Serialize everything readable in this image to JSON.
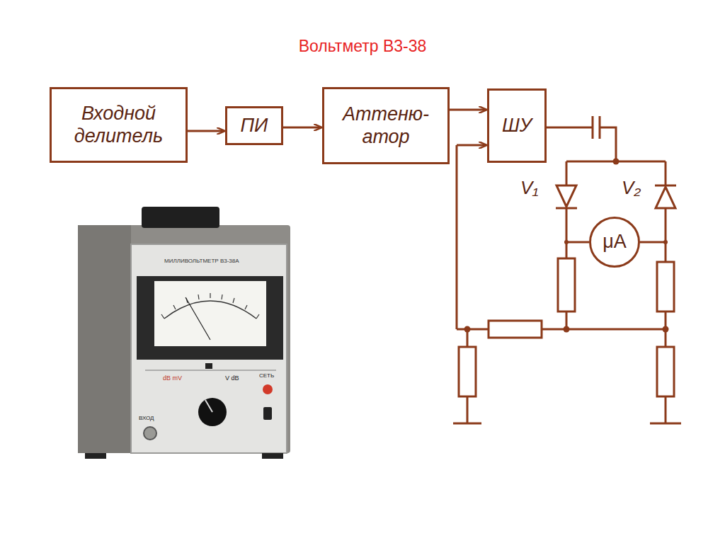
{
  "diagram": {
    "title": "Вольтметр В3-38",
    "nodes": [
      {
        "text": [
          "Входной делитель"
        ]
      },
      {
        "text": [
          "ПИ"
        ]
      },
      {
        "text": [
          "Аттеню- атор"
        ]
      },
      {
        "text": [
          "ШУ"
        ]
      },
      {
        "text": [
          "μA"
        ]
      }
    ],
    "edges": [
      {
        "from": 0,
        "to": 1,
        "arrow": "to"
      },
      {
        "from": 1,
        "to": 2,
        "arrow": "to"
      },
      {
        "from": 2,
        "to": 3,
        "arrow": "to"
      }
    ],
    "labels": [
      "V₁",
      "V₂",
      "МИЛЛИВОЛЬТМЕТР В3-38А",
      "dB mV",
      "V dB",
      "СЕТЬ",
      "ВХОД"
    ]
  }
}
